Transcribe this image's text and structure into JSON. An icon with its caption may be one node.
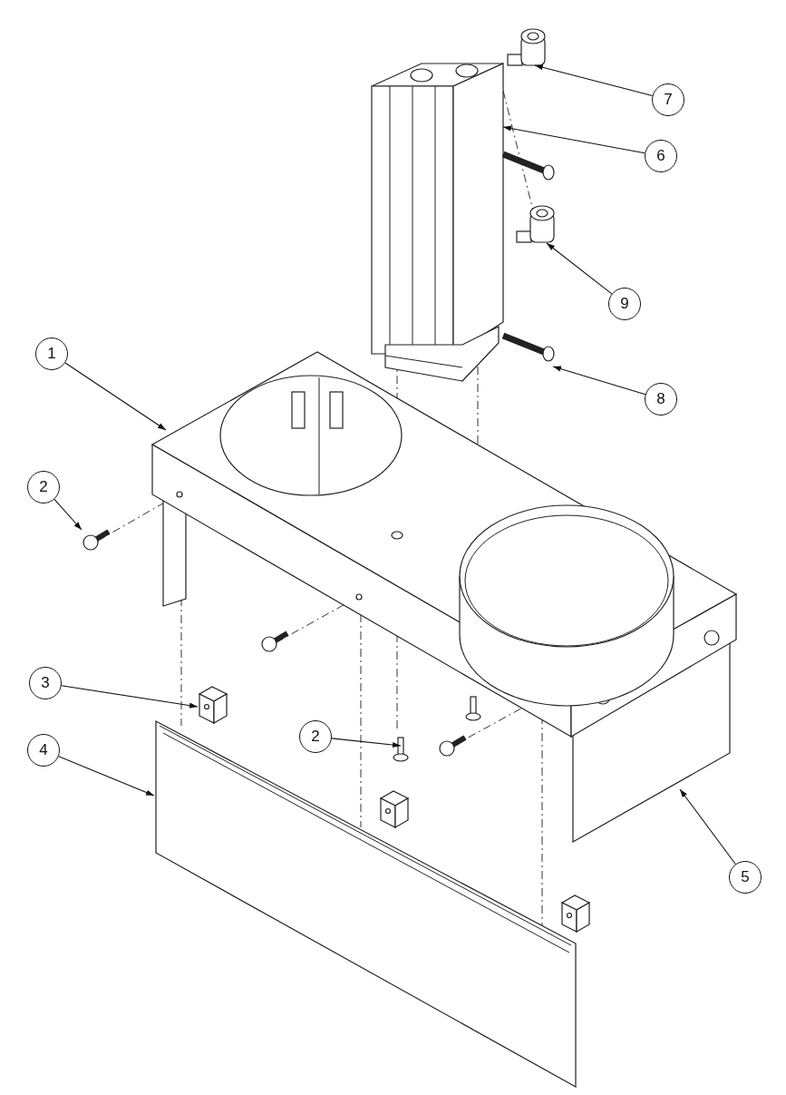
{
  "diagram": {
    "nodes": [
      {
        "text": [
          "7"
        ]
      },
      {
        "text": [
          "6"
        ]
      },
      {
        "text": [
          "9"
        ]
      },
      {
        "text": [
          "1"
        ]
      },
      {
        "text": [
          "8"
        ]
      },
      {
        "text": [
          "2"
        ]
      },
      {
        "text": [
          "3"
        ]
      },
      {
        "text": [
          "2"
        ]
      },
      {
        "text": [
          "4"
        ]
      },
      {
        "text": [
          "5"
        ]
      }
    ],
    "edges": [
      {
        "from": 0,
        "to": null,
        "arrow": "to"
      },
      {
        "from": 1,
        "to": null,
        "arrow": "to"
      },
      {
        "from": 2,
        "to": null,
        "arrow": "to"
      },
      {
        "from": 3,
        "to": null,
        "arrow": "to"
      },
      {
        "from": 4,
        "to": null,
        "arrow": "to"
      },
      {
        "from": 5,
        "to": null,
        "arrow": "to"
      },
      {
        "from": 6,
        "to": null,
        "arrow": "to"
      },
      {
        "from": 7,
        "to": null,
        "arrow": "to"
      },
      {
        "from": 8,
        "to": null,
        "arrow": "to"
      },
      {
        "from": 9,
        "to": null,
        "arrow": "to"
      }
    ]
  }
}
